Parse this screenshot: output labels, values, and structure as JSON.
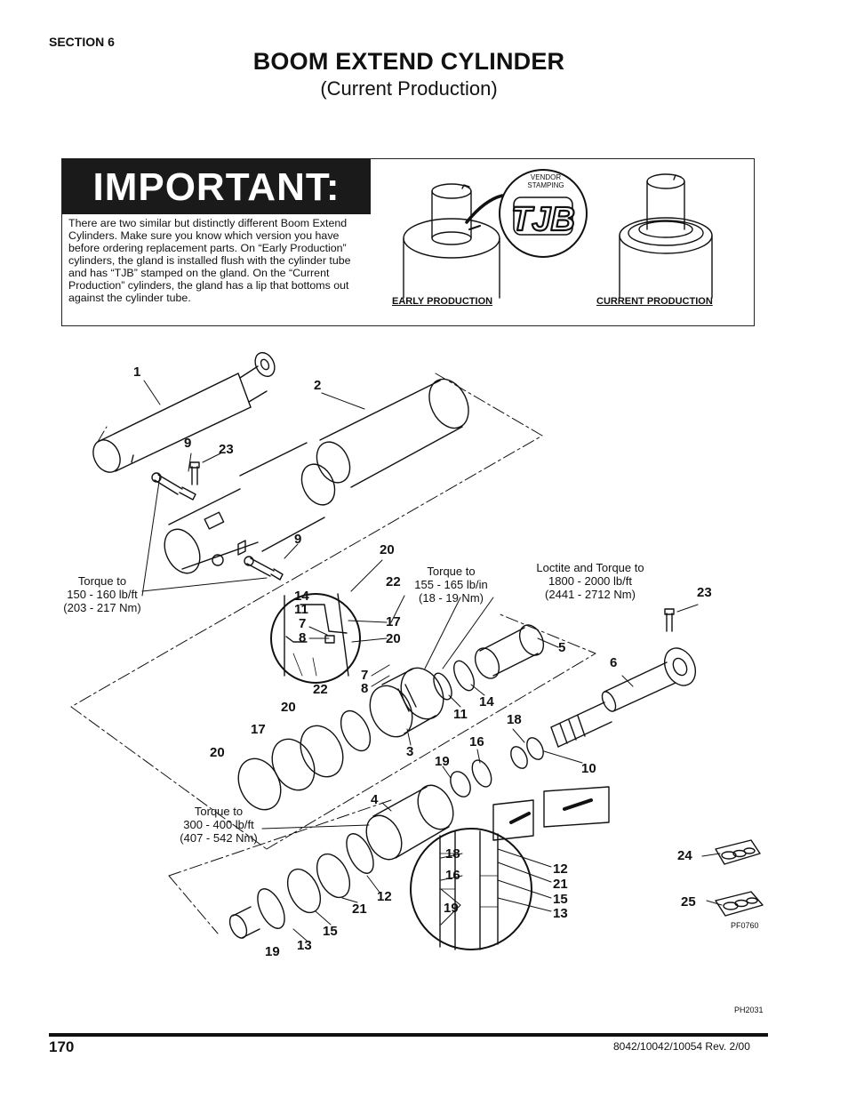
{
  "header": {
    "section": "SECTION 6",
    "title": "BOOM EXTEND CYLINDER",
    "subtitle": "(Current Production)"
  },
  "important": {
    "title": "IMPORTANT:",
    "body": "There are two similar but distinctly different Boom Extend Cylinders. Make sure you know which version you have before ordering replacement parts. On “Early Production” cylinders, the gland is installed flush with the cylinder tube and has “TJB” stamped on the gland. On the “Current Production” cylinders, the gland has a lip that bottoms out against the cylinder tube.",
    "vendor_stamping": "VENDOR STAMPING",
    "logo_text": "TJB",
    "early_label": "EARLY PRODUCTION",
    "current_label": "CURRENT PRODUCTION"
  },
  "notes": {
    "torque_150": "Torque to\n150 - 160 lb/ft\n(203 - 217 Nm)",
    "torque_155": "Torque to\n155 - 165 lb/in\n(18 - 19 Nm)",
    "loctite": "Loctite and Torque to\n1800 - 2000 lb/ft\n(2441 - 2712 Nm)",
    "torque_300": "Torque to\n300 - 400 lb/ft\n(407 - 542 Nm)"
  },
  "callouts": {
    "c1": "1",
    "c2": "2",
    "c9a": "9",
    "c23a": "23",
    "c9b": "9",
    "c20a": "20",
    "c22a": "22",
    "c14a": "14",
    "c11a": "11",
    "c7a": "7",
    "c8a": "8",
    "c17a": "17",
    "c20b": "20",
    "c23b": "23",
    "c5": "5",
    "c6": "6",
    "c7b": "7",
    "c8b": "8",
    "c22b": "22",
    "c20c": "20",
    "c11b": "11",
    "c14b": "14",
    "c17b": "17",
    "c20d": "20",
    "c3": "3",
    "c18a": "18",
    "c16a": "16",
    "c10": "10",
    "c19a": "19",
    "c4": "4",
    "c18b": "18",
    "c16b": "16",
    "c19b": "19",
    "c12a": "12",
    "c21a": "21",
    "c15a": "15",
    "c13a": "13",
    "c24": "24",
    "c25": "25",
    "c12b": "12",
    "c21b": "21",
    "c15b": "15",
    "c19c": "19",
    "c13b": "13"
  },
  "figure_codes": {
    "pf": "PF0760",
    "ph": "PH2031"
  },
  "footer": {
    "page_number": "170",
    "doc_ref": "8042/10042/10054 Rev. 2/00"
  }
}
